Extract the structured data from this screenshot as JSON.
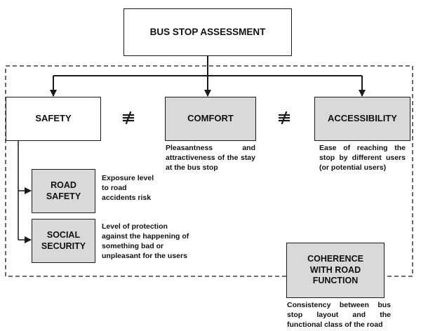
{
  "diagram": {
    "title": "BUS STOP ASSESSMENT",
    "main_criteria": [
      {
        "key": "safety",
        "label": "SAFETY"
      },
      {
        "key": "comfort",
        "label": "COMFORT",
        "description": "Pleasantness and attractiveness of the stay at the bus stop"
      },
      {
        "key": "accessibility",
        "label": "ACCESSIBILITY",
        "description": "Ease of reaching the stop by different users (or potential users)"
      }
    ],
    "safety_subcriteria": [
      {
        "key": "road_safety",
        "label": "ROAD\nSAFETY",
        "description": "Exposure level\nto road\naccidents risk"
      },
      {
        "key": "social_security",
        "label": "SOCIAL\nSECURITY",
        "description": "Level of protection\nagainst the happening of\nsomething bad or\nunpleasant for the users"
      }
    ],
    "coherence": {
      "label": "COHERENCE\nWITH ROAD\nFUNCTION",
      "description": "Consistency between bus stop layout and the functional class of the road"
    },
    "separator_symbol": "not-equal-symbol",
    "colors": {
      "grey_fill": "#d9d9d9",
      "line": "#1a1a1a"
    }
  }
}
